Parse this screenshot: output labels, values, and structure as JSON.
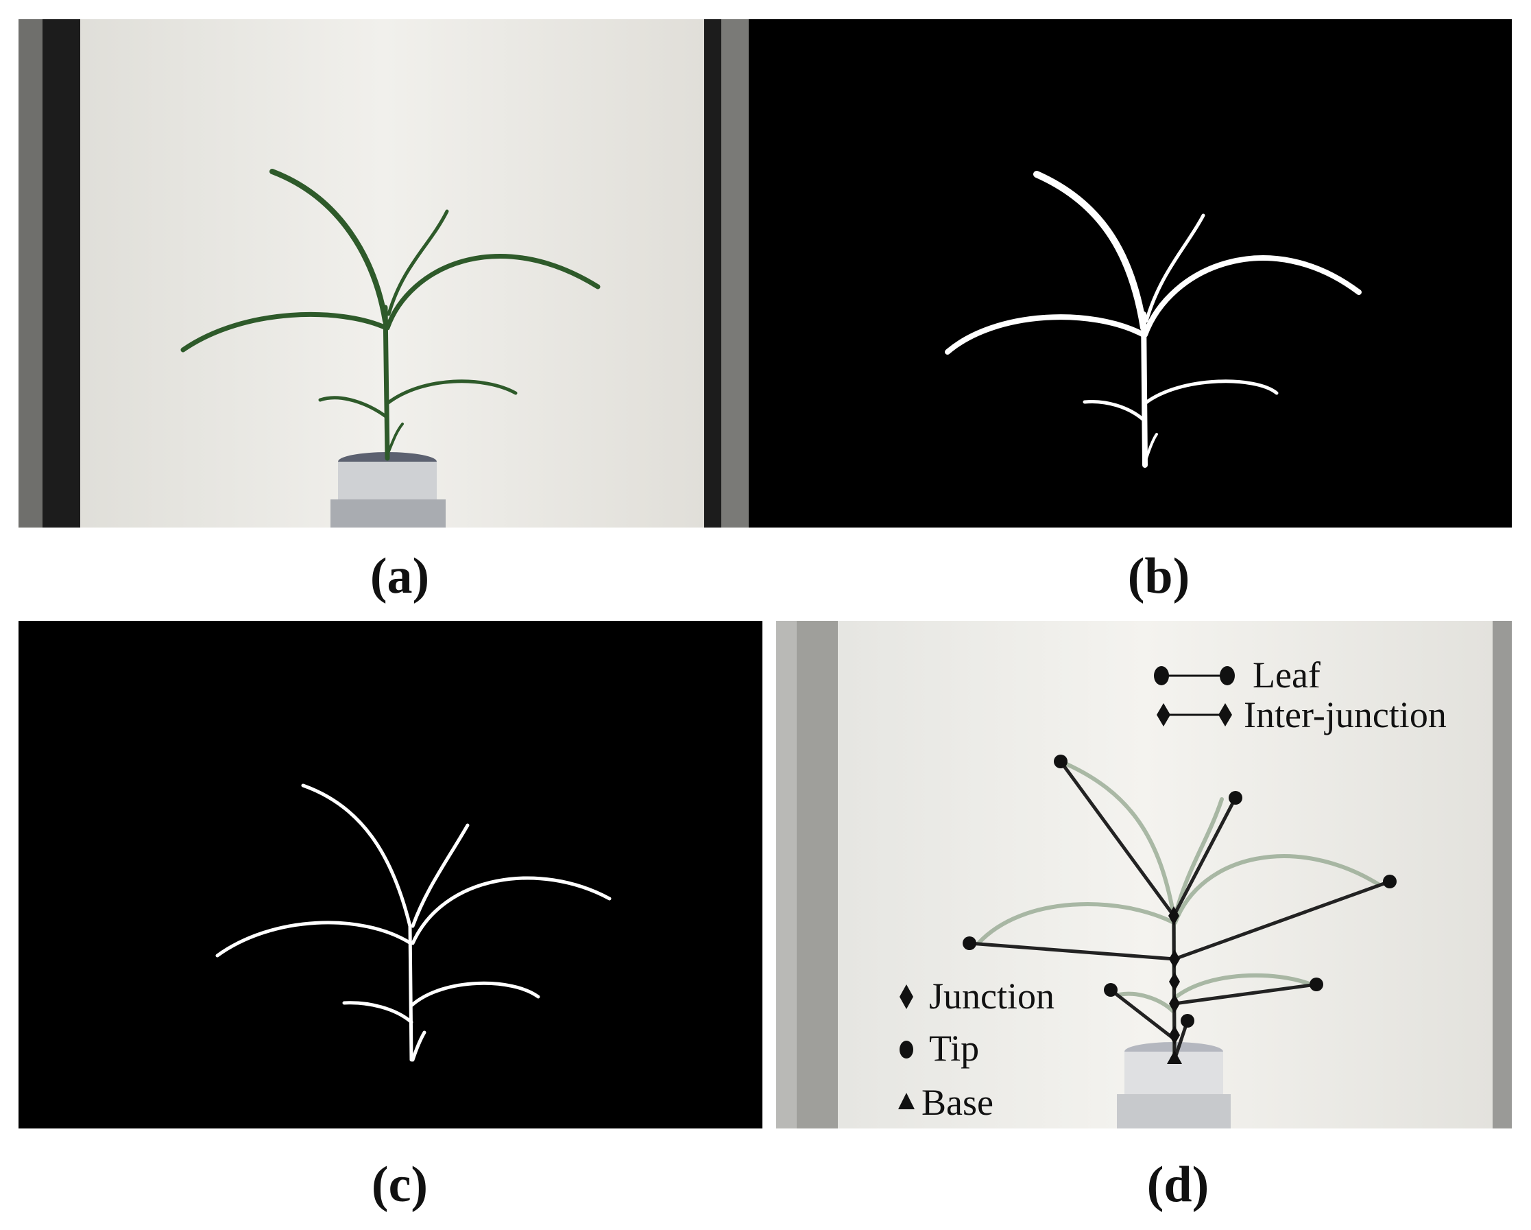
{
  "panels": [
    {
      "id": "a",
      "caption": "(a)"
    },
    {
      "id": "b",
      "caption": "(b)"
    },
    {
      "id": "c",
      "caption": "(c)"
    },
    {
      "id": "d",
      "caption": "(d)"
    }
  ],
  "legend": {
    "leaf": "Leaf",
    "inter_junction": "Inter-junction",
    "junction": "Junction",
    "tip": "Tip",
    "base": "Base"
  },
  "colors": {
    "leaf_green": "#2e5a2a",
    "background_light": "#e9e8e3",
    "mask_black": "#000000",
    "skeleton_white": "#ffffff",
    "graph_line": "#222222"
  },
  "icons": [
    "circle-tip-icon",
    "diamond-junction-icon",
    "triangle-base-icon"
  ]
}
